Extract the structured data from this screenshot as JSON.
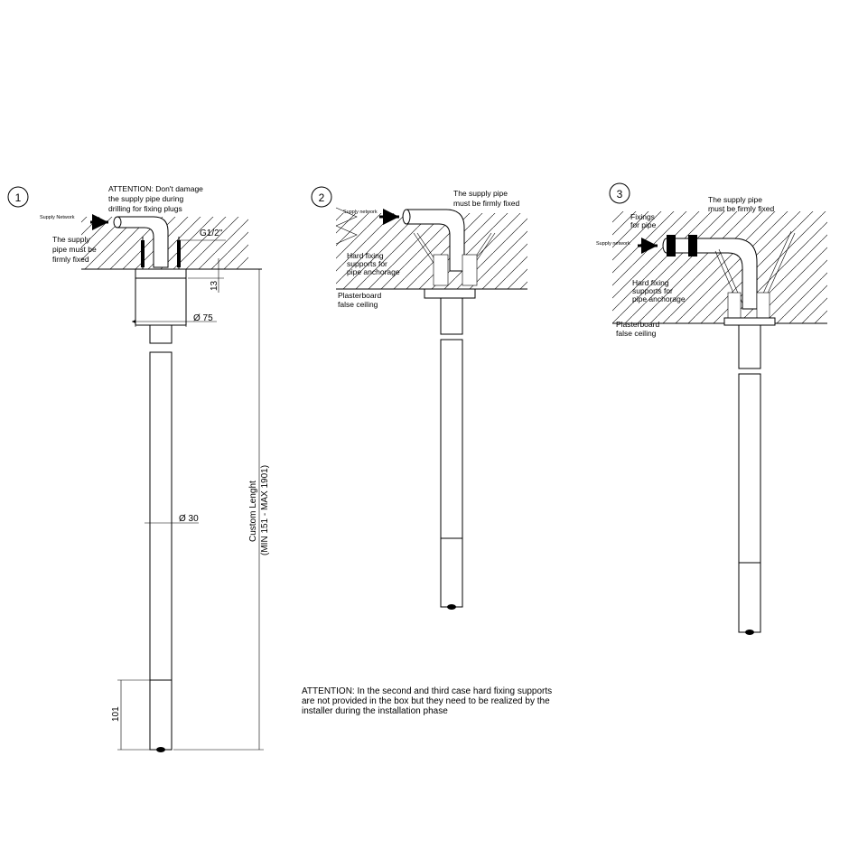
{
  "panel1": {
    "number": "1",
    "attention": [
      "ATTENTION: Don't damage",
      "the supply pipe during",
      "drilling for fixing plugs"
    ],
    "supply_network": "Supply Network",
    "pipe_fixed": [
      "The supply",
      "pipe must be",
      "firmly fixed"
    ],
    "thread": "G1/2\"",
    "dim_13": "13",
    "dim_75": "Ø 75",
    "dim_30": "Ø 30",
    "custom_length": "Custom Lenght",
    "custom_range": "(MIN 151 - MAX 1901)",
    "dim_101": "101"
  },
  "panel2": {
    "number": "2",
    "pipe_fixed": [
      "The supply pipe",
      "must be firmly fixed"
    ],
    "supply_network": "Supply network",
    "hard_fixing": [
      "Hard fixing",
      "supports for",
      "pipe anchorage"
    ],
    "plasterboard": [
      "Plasterboard",
      "false ceiling"
    ]
  },
  "panel3": {
    "number": "3",
    "pipe_fixed": [
      "The supply pipe",
      "must be firmly fixed"
    ],
    "fixings": [
      "Fixings",
      "for pipe"
    ],
    "supply_network": "Supply network",
    "hard_fixing": [
      "Hard fixing",
      "supports for",
      "pipe anchorage"
    ],
    "plasterboard": [
      "Plasterboard",
      "false ceiling"
    ]
  },
  "note": [
    "ATTENTION: In the second and third case hard fixing supports",
    "are not provided in the box but they need to be realized by the",
    "installer during the installation phase"
  ]
}
